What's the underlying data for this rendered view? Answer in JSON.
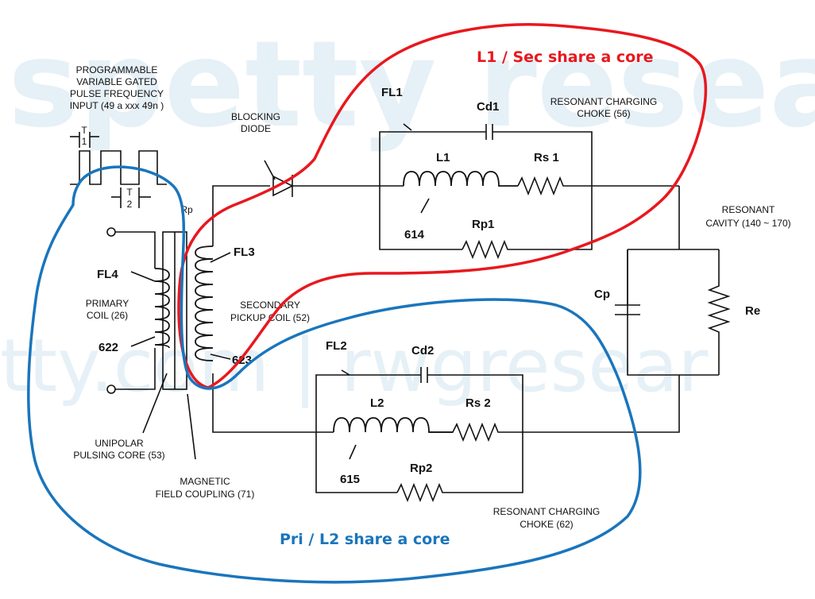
{
  "watermark": {
    "line1": "spetty resea",
    "line2": "tty.com | rwgresear"
  },
  "input": {
    "title_lines": [
      "PROGRAMMABLE",
      "VARIABLE GATED",
      "PULSE FREQUENCY",
      "INPUT (49 a xxx 49n )"
    ],
    "t1_label": [
      "T",
      "1"
    ],
    "t2_label": [
      "T",
      "2"
    ]
  },
  "labels": {
    "blocking_diode": [
      "BLOCKING",
      "DIODE"
    ],
    "rp": "Rp",
    "fl4": "FL4",
    "fl3": "FL3",
    "primary_coil": [
      "PRIMARY",
      "COIL (26)"
    ],
    "n622": "622",
    "secondary_coil": [
      "SECONDARY",
      "PICKUP COIL (52)"
    ],
    "n623": "623",
    "unipolar_core": [
      "UNIPOLAR",
      "PULSING CORE (53)"
    ],
    "magnetic_coupling": [
      "MAGNETIC",
      "FIELD COUPLING (71)"
    ],
    "fl1": "FL1",
    "cd1": "Cd1",
    "l1": "L1",
    "rs1": "Rs 1",
    "n614": "614",
    "rp1": "Rp1",
    "choke56": [
      "RESONANT CHARGING",
      "CHOKE (56)"
    ],
    "resonant_cavity": [
      "RESONANT",
      "CAVITY (140 ~ 170)"
    ],
    "cp": "Cp",
    "re": "Re",
    "fl2": "FL2",
    "cd2": "Cd2",
    "l2": "L2",
    "rs2": "Rs 2",
    "n615": "615",
    "rp2": "Rp2",
    "choke62": [
      "RESONANT CHARGING",
      "CHOKE (62)"
    ]
  },
  "annotations": {
    "red": "L1 / Sec  share a core",
    "blue": "Pri / L2   share a core",
    "red_color": "#e8181e",
    "blue_color": "#1a75bc"
  }
}
